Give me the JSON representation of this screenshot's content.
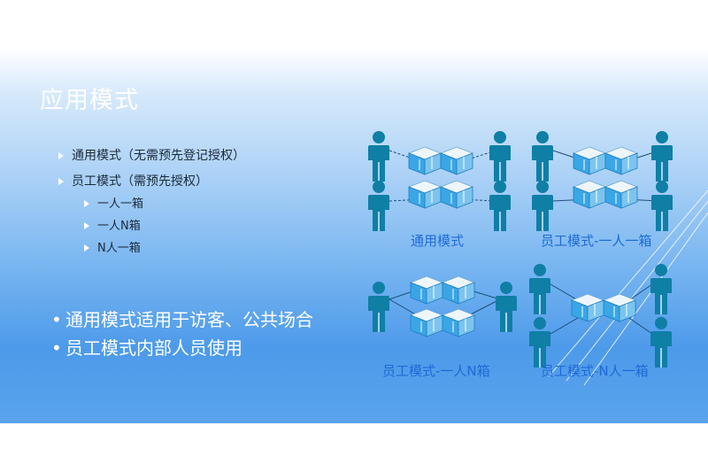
{
  "title": "应用模式",
  "small_bullets": [
    {
      "text": "通用模式（无需预先登记授权）",
      "level": 1
    },
    {
      "text": "员工模式（需预先授权）",
      "level": 1
    },
    {
      "text": "一人一箱",
      "level": 2
    },
    {
      "text": "一人N箱",
      "level": 2
    },
    {
      "text": "N人一箱",
      "level": 2
    }
  ],
  "big_bullets": [
    "通用模式适用于访客、公共场合",
    "员工模式内部人员使用"
  ],
  "captions": {
    "general": "通用模式",
    "one_one": "员工模式-一人一箱",
    "one_n": "员工模式-一人N箱",
    "n_one": "员工模式-N人一箱"
  },
  "colors": {
    "person": "#0f7fa6",
    "box_top": "#eef6fb",
    "box_side": "#3aa6e6",
    "caption": "#1e6ad6"
  }
}
